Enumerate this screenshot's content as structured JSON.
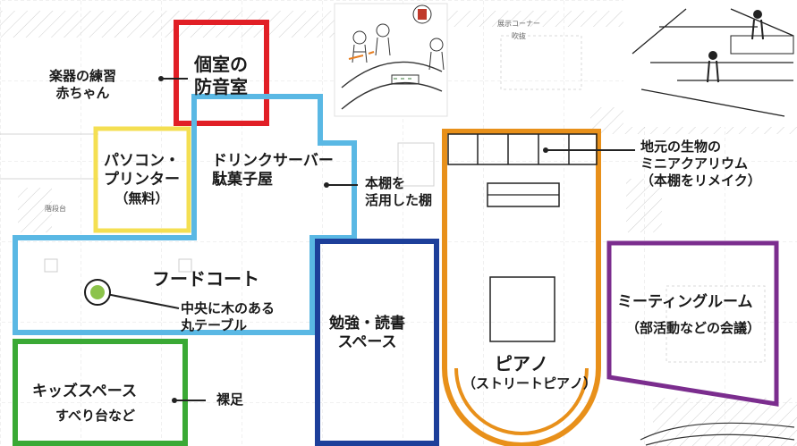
{
  "floor_background": {
    "label_exhibition": "展示コーナー",
    "label_atrium": "吹抜",
    "label_steps": "階段台"
  },
  "zones": {
    "private_room": {
      "title_line1": "個室の",
      "title_line2": "防音室",
      "note_line1": "楽器の練習",
      "note_line2": "赤ちゃん",
      "color": "#e11f26"
    },
    "pc": {
      "title_line1": "パソコン・",
      "title_line2": "プリンター",
      "note": "（無料）",
      "color": "#f4df52"
    },
    "drink": {
      "title_line1": "ドリンクサーバー",
      "title_line2": "駄菓子屋",
      "note_line1": "本棚を",
      "note_line2": "活用した棚",
      "color": "#5ab8e4"
    },
    "food_court": {
      "title": "フードコート",
      "note_line1": "中央に木のある",
      "note_line2": "丸テーブル",
      "color": "#5ab8e4",
      "table_color": "#8bc34a"
    },
    "study": {
      "title_line1": "勉強・読書",
      "title_line2": "スペース",
      "color": "#1d3f9a"
    },
    "piano": {
      "title": "ピアノ",
      "subtitle": "（ストリートピアノ）",
      "note_line1": "地元の生物の",
      "note_line2": "ミニアクアリウム",
      "note_line3": "（本棚をリメイク）",
      "color": "#e8901a"
    },
    "meeting": {
      "title": "ミーティングルーム",
      "subtitle": "（部活動などの会議）",
      "color": "#7b2d8e"
    },
    "kids": {
      "title": "キッズスペース",
      "subtitle": "すべり台など",
      "note": "裸足",
      "color": "#3aa935"
    }
  }
}
